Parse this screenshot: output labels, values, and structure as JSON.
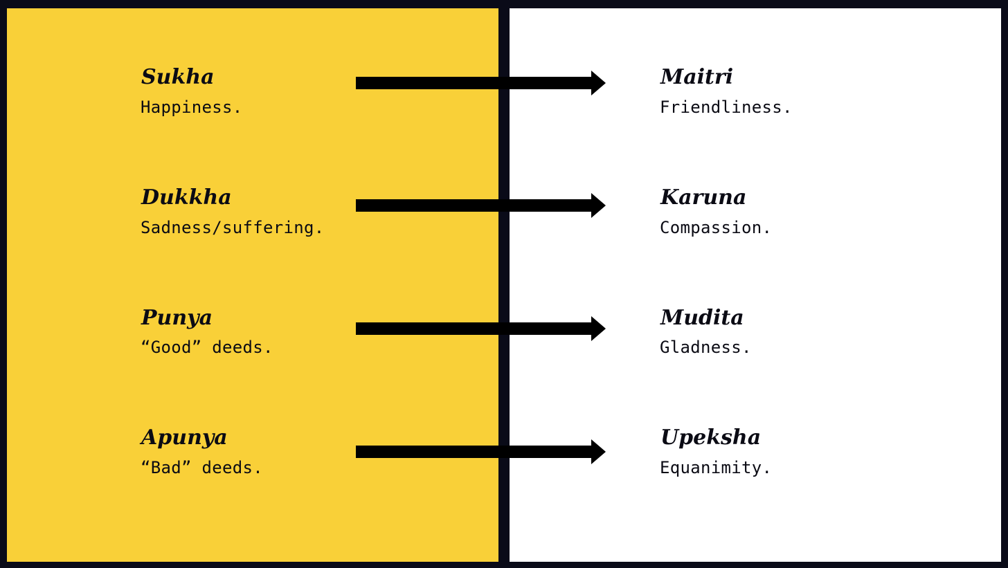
{
  "colors": {
    "frame": "#0a0b18",
    "left_panel": "#f9d038",
    "right_panel": "#ffffff",
    "text": "#0b0b14",
    "arrow": "#000000"
  },
  "rows": [
    {
      "left": {
        "term": "Sukha",
        "desc": "Happiness."
      },
      "right": {
        "term": "Maitri",
        "desc": "Friendliness."
      }
    },
    {
      "left": {
        "term": "Dukkha",
        "desc": "Sadness/suffering."
      },
      "right": {
        "term": "Karuna",
        "desc": "Compassion."
      }
    },
    {
      "left": {
        "term": "Punya",
        "desc": "“Good” deeds."
      },
      "right": {
        "term": "Mudita",
        "desc": "Gladness."
      }
    },
    {
      "left": {
        "term": "Apunya",
        "desc": "“Bad” deeds."
      },
      "right": {
        "term": "Upeksha",
        "desc": "Equanimity."
      }
    }
  ]
}
